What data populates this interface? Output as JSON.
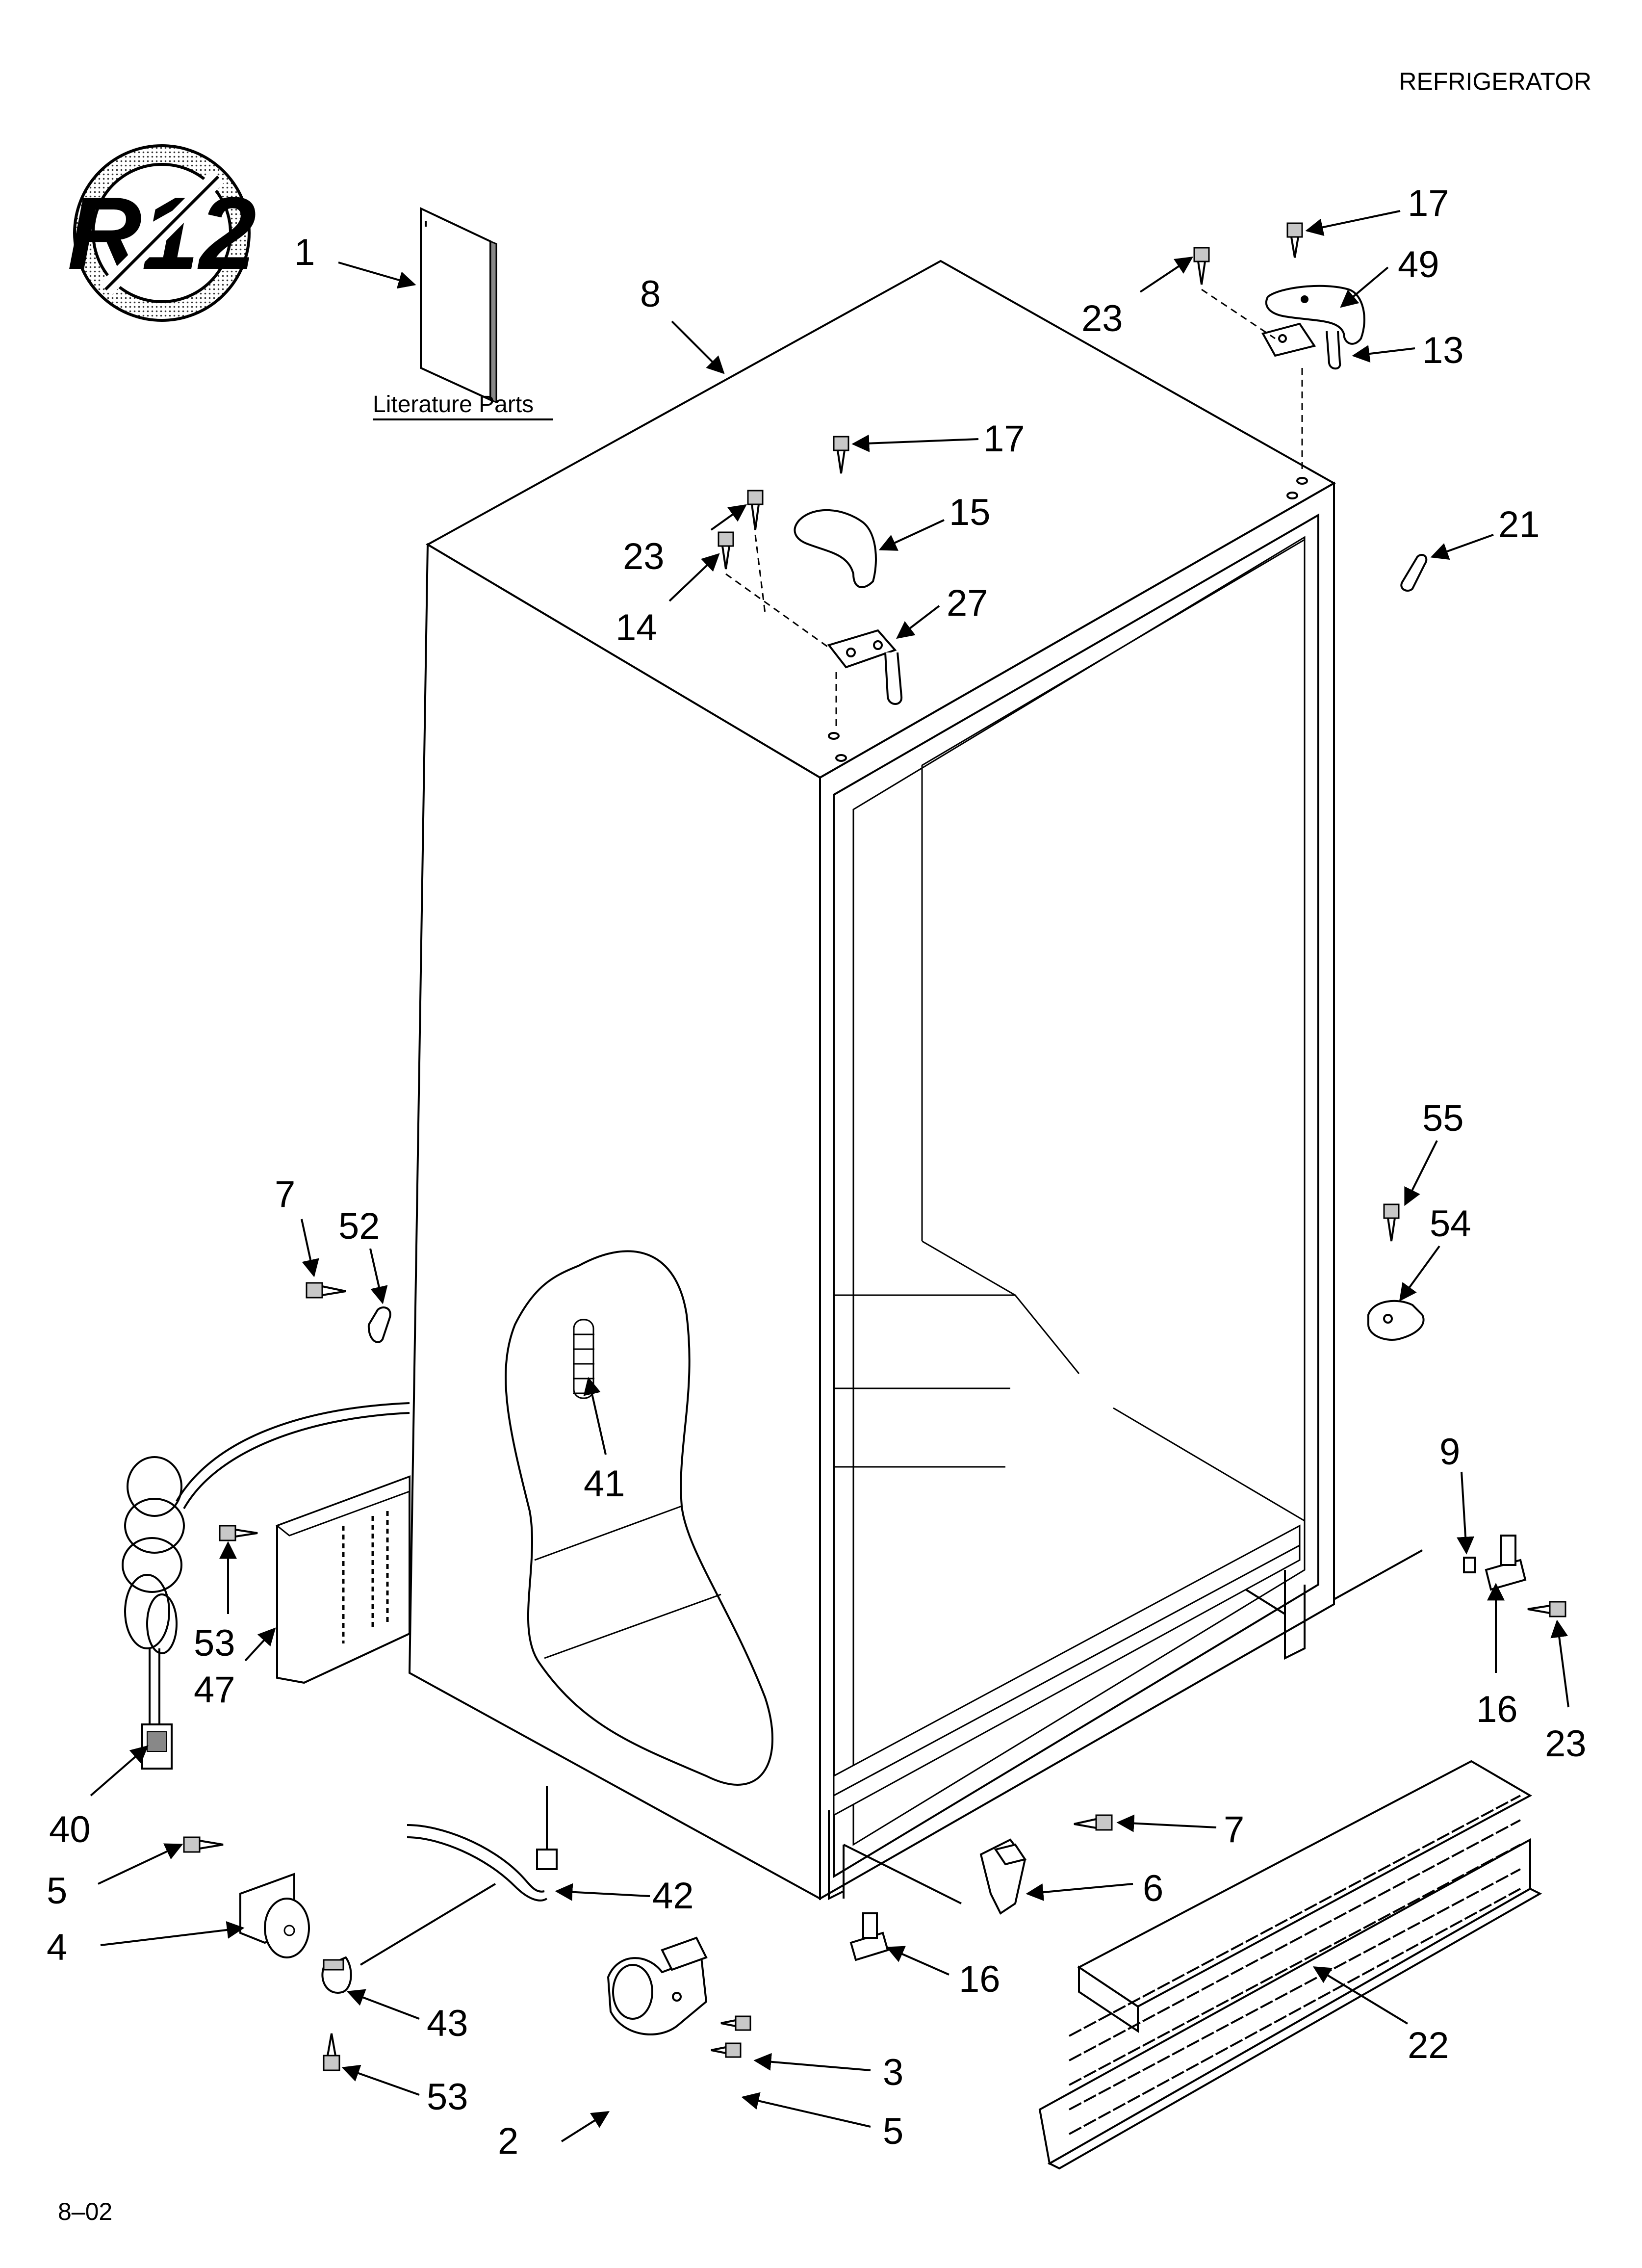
{
  "header": {
    "title": "REFRIGERATOR"
  },
  "footer": {
    "date_code": "8–02"
  },
  "badge": {
    "text": "R12"
  },
  "literature": {
    "label": "Literature Parts"
  },
  "callouts": {
    "c1": "1",
    "c8": "8",
    "c17a": "17",
    "c23a": "23",
    "c49": "49",
    "c13": "13",
    "c17b": "17",
    "c23b": "23",
    "c15": "15",
    "c14": "14",
    "c27": "27",
    "c21": "21",
    "c7a": "7",
    "c52": "52",
    "c55": "55",
    "c54": "54",
    "c41": "41",
    "c53a": "53",
    "c47": "47",
    "c40": "40",
    "c9": "9",
    "c16a": "16",
    "c23c": "23",
    "c7b": "7",
    "c6": "6",
    "c5a": "5",
    "c42": "42",
    "c4": "4",
    "c16b": "16",
    "c43": "43",
    "c53b": "53",
    "c3": "3",
    "c22": "22",
    "c2": "2",
    "c5b": "5"
  }
}
